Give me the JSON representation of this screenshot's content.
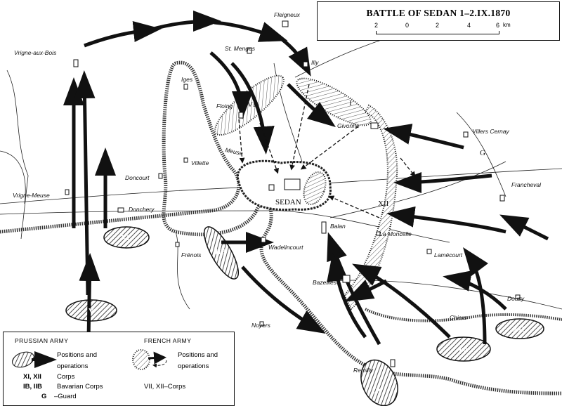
{
  "title": "BATTLE OF SEDAN 1–2.IX.1870",
  "scale": {
    "ticks": [
      "2",
      "0",
      "2",
      "4",
      "6"
    ],
    "unit": "km"
  },
  "places": {
    "fleigneux": "Fleigneux",
    "vrigne_aux_bois": "Vrigne-aux-Bois",
    "st_menges": "St. Menges",
    "illy": "Illy",
    "iges": "Iges",
    "floing": "Floing",
    "givonne": "Givonne",
    "villers_cernay": "Villers Cernay",
    "meuse": "Meuse",
    "doncourt": "Doncourt",
    "villette": "Villette",
    "vrigne_meuse": "Vrigne-Meuse",
    "donchery": "Donchery",
    "sedan": "SEDAN",
    "francheval": "Francheval",
    "wadelincourt": "Wadelincourt",
    "frenois": "Frénois",
    "balan": "Balan",
    "la_moncelle": "La Moncelle",
    "lamecourt": "Lamécourt",
    "bazeilles": "Bazeilles",
    "douzy": "Douzy",
    "noyers": "Noyers",
    "chiers": "Chiers",
    "remilly": "Remilly"
  },
  "prussian_units": {
    "xi": "XI",
    "iib": "IIB",
    "v": "V",
    "iv": "IV",
    "xii": "XII",
    "ib": "IB",
    "g": "G"
  },
  "french_units": {
    "vii": "VII",
    "i": "I",
    "xii": "XII"
  },
  "legend": {
    "prussian_title": "PRUSSIAN ARMY",
    "prussian_pos1": "Positions and",
    "prussian_pos2": "operations",
    "corps_key": "XI, XII",
    "corps_val": "Corps",
    "bav_key": "IB, IIB",
    "bav_val": "Bavarian Corps",
    "guard_key": "G",
    "guard_val": "–Guard",
    "french_title": "FRENCH ARMY",
    "french_pos1": "Positions and",
    "french_pos2": "operations",
    "french_corps": "VII, XII–Corps"
  }
}
